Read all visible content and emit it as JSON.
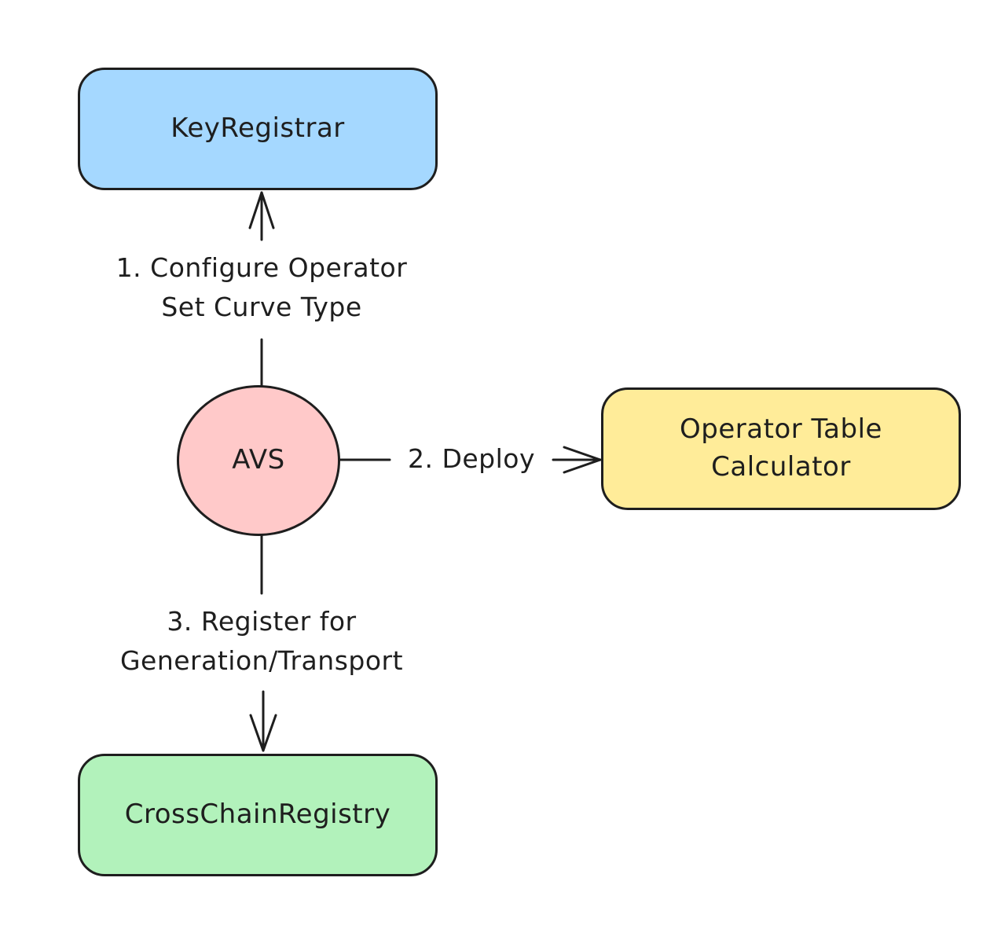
{
  "nodes": {
    "key_registrar": {
      "label": "KeyRegistrar",
      "color": "#a5d8ff"
    },
    "avs": {
      "label": "AVS",
      "color": "#ffc9c9"
    },
    "operator_table_calculator": {
      "line1": "Operator Table",
      "line2": "Calculator",
      "color": "#ffec99"
    },
    "cross_chain_registry": {
      "label": "CrossChainRegistry",
      "color": "#b2f2bb"
    }
  },
  "edges": {
    "configure": {
      "line1": "1. Configure Operator",
      "line2": "Set Curve Type"
    },
    "deploy": {
      "label": "2. Deploy"
    },
    "register": {
      "line1": "3. Register for",
      "line2": "Generation/Transport"
    }
  },
  "stroke_color": "#1e1e1e"
}
